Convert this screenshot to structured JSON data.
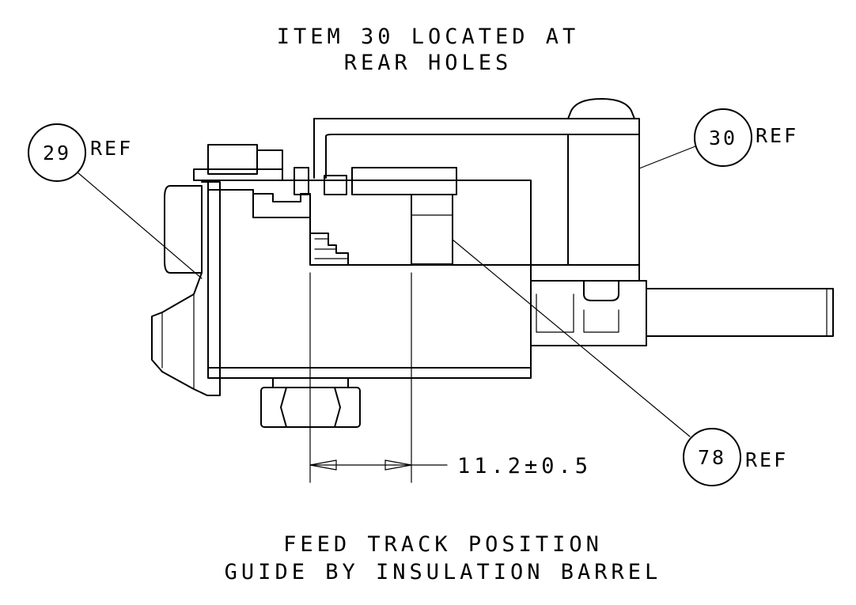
{
  "notes": {
    "top_line1": "ITEM 30 LOCATED AT",
    "top_line2": "REAR HOLES",
    "bottom_line1": "FEED TRACK POSITION",
    "bottom_line2": "GUIDE BY INSULATION BARREL"
  },
  "balloons": [
    {
      "item": "29",
      "suffix": "REF"
    },
    {
      "item": "30",
      "suffix": "REF"
    },
    {
      "item": "78",
      "suffix": "REF"
    }
  ],
  "dimension": {
    "value": "11.2±0.5"
  },
  "colors": {
    "line": "#000000",
    "background": "#ffffff"
  }
}
